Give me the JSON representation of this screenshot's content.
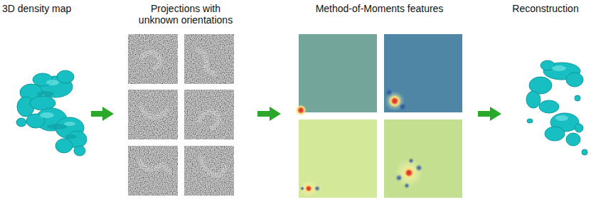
{
  "diagram": {
    "nodes": [
      {
        "text": [
          "3D density map"
        ]
      },
      {
        "text": [
          "Projections with unknown orientations"
        ]
      },
      {
        "text": [
          "Method-of-Moments features"
        ]
      },
      {
        "text": [
          "Reconstruction"
        ]
      }
    ],
    "edges": [
      {
        "from": 0,
        "to": 1,
        "arrow": "to"
      },
      {
        "from": 1,
        "to": 2,
        "arrow": "to"
      },
      {
        "from": 2,
        "to": 3,
        "arrow": "to"
      }
    ]
  }
}
